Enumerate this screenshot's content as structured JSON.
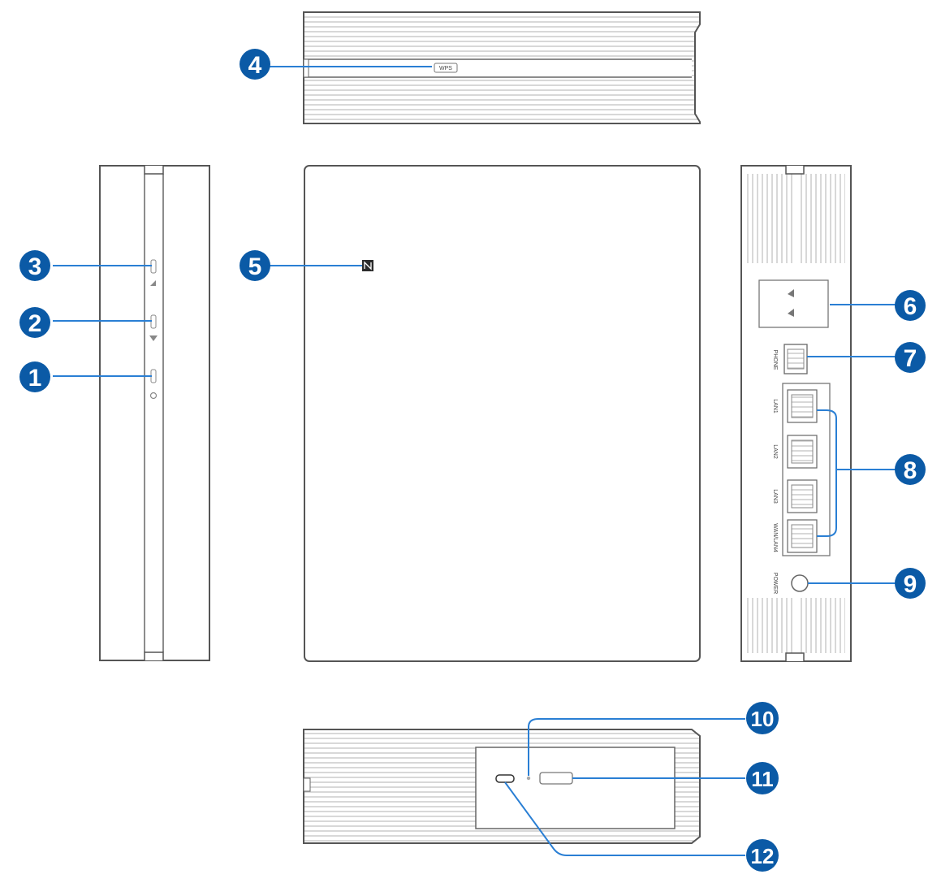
{
  "colors": {
    "callout": "#0b5aa6",
    "leader": "#2a7fd4",
    "outline": "#555555",
    "fin": "#b9b9b9"
  },
  "labels": {
    "wps": "WPS",
    "phone": "PHONE",
    "lan1": "LAN1",
    "lan2": "LAN2",
    "lan3": "LAN3",
    "wan_lan4": "WAN/LAN4",
    "power": "POWER"
  },
  "callouts": [
    "1",
    "2",
    "3",
    "4",
    "5",
    "6",
    "7",
    "8",
    "9",
    "10",
    "11",
    "12"
  ],
  "icons": {
    "nfc": "nfc-icon",
    "signal": "signal-icon",
    "wifi": "wifi-icon",
    "power": "power-icon"
  }
}
